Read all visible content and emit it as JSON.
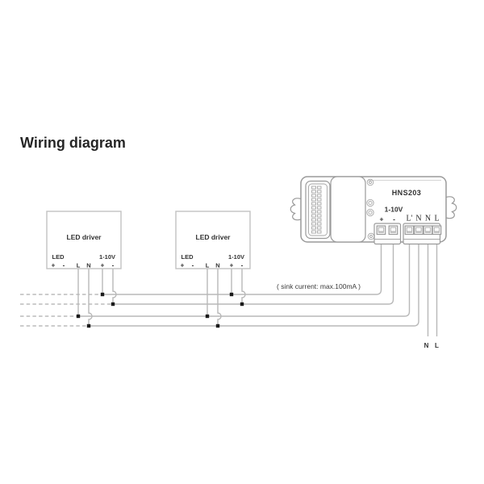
{
  "title": "Wiring diagram",
  "note": "( sink current: max.100mA )",
  "drivers": [
    {
      "name": "LED driver",
      "led": "LED",
      "led_plus": "+",
      "led_minus": "-",
      "live": "L",
      "neutral": "N",
      "dim": "1-10V",
      "dim_plus": "+",
      "dim_minus": "-"
    },
    {
      "name": "LED driver",
      "led": "LED",
      "led_plus": "+",
      "led_minus": "-",
      "live": "L",
      "neutral": "N",
      "dim": "1-10V",
      "dim_plus": "+",
      "dim_minus": "-"
    }
  ],
  "sensor": {
    "model": "HNS203",
    "dim": "1-10V",
    "dim_plus": "+",
    "dim_minus": "-",
    "terminals": [
      "L'",
      "N",
      "N",
      "L"
    ]
  },
  "mains": {
    "neutral": "N",
    "live": "L"
  },
  "colors": {
    "wire": "#b8b8b8",
    "outline": "#9a9a9a",
    "junction_dot": "#1b1b1b",
    "text": "#323232"
  }
}
